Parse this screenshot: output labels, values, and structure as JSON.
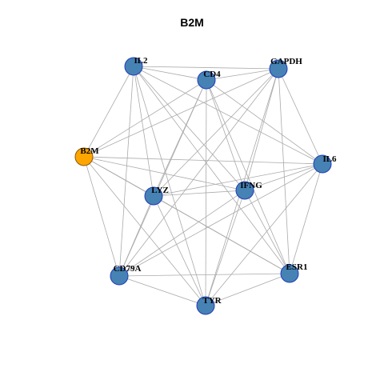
{
  "title": "B2M",
  "colors": {
    "node_fill": "#4682B4",
    "node_stroke": "#1F3DBA",
    "highlight_fill": "#FFA500",
    "highlight_stroke": "#8B5A00",
    "edge": "#AAAAAA"
  },
  "nodes": [
    {
      "id": "IL2",
      "label": "IL2",
      "highlight": false
    },
    {
      "id": "CD4",
      "label": "CD4",
      "highlight": false
    },
    {
      "id": "GAPDH",
      "label": "GAPDH",
      "highlight": false
    },
    {
      "id": "B2M",
      "label": "B2M",
      "highlight": true
    },
    {
      "id": "IL6",
      "label": "IL6",
      "highlight": false
    },
    {
      "id": "IFNG",
      "label": "IFNG",
      "highlight": false
    },
    {
      "id": "LYZ",
      "label": "LYZ",
      "highlight": false
    },
    {
      "id": "CD79A",
      "label": "CD79A",
      "highlight": false
    },
    {
      "id": "ESR1",
      "label": "ESR1",
      "highlight": false
    },
    {
      "id": "TYR",
      "label": "TYR",
      "highlight": false
    }
  ],
  "edges": [
    [
      "IL2",
      "CD4"
    ],
    [
      "IL2",
      "GAPDH"
    ],
    [
      "IL2",
      "B2M"
    ],
    [
      "IL2",
      "IL6"
    ],
    [
      "IL2",
      "IFNG"
    ],
    [
      "IL2",
      "LYZ"
    ],
    [
      "IL2",
      "CD79A"
    ],
    [
      "IL2",
      "ESR1"
    ],
    [
      "IL2",
      "TYR"
    ],
    [
      "CD4",
      "GAPDH"
    ],
    [
      "CD4",
      "B2M"
    ],
    [
      "CD4",
      "IL6"
    ],
    [
      "CD4",
      "IFNG"
    ],
    [
      "CD4",
      "LYZ"
    ],
    [
      "CD4",
      "CD79A"
    ],
    [
      "CD4",
      "ESR1"
    ],
    [
      "CD4",
      "TYR"
    ],
    [
      "GAPDH",
      "B2M"
    ],
    [
      "GAPDH",
      "IL6"
    ],
    [
      "GAPDH",
      "IFNG"
    ],
    [
      "GAPDH",
      "LYZ"
    ],
    [
      "GAPDH",
      "CD79A"
    ],
    [
      "GAPDH",
      "ESR1"
    ],
    [
      "GAPDH",
      "TYR"
    ],
    [
      "B2M",
      "IL6"
    ],
    [
      "B2M",
      "IFNG"
    ],
    [
      "B2M",
      "LYZ"
    ],
    [
      "B2M",
      "CD79A"
    ],
    [
      "B2M",
      "ESR1"
    ],
    [
      "B2M",
      "TYR"
    ],
    [
      "IL6",
      "IFNG"
    ],
    [
      "IL6",
      "LYZ"
    ],
    [
      "IL6",
      "CD79A"
    ],
    [
      "IL6",
      "ESR1"
    ],
    [
      "IL6",
      "TYR"
    ],
    [
      "IFNG",
      "LYZ"
    ],
    [
      "IFNG",
      "CD79A"
    ],
    [
      "IFNG",
      "ESR1"
    ],
    [
      "IFNG",
      "TYR"
    ],
    [
      "LYZ",
      "CD79A"
    ],
    [
      "LYZ",
      "ESR1"
    ],
    [
      "LYZ",
      "TYR"
    ],
    [
      "CD79A",
      "ESR1"
    ],
    [
      "CD79A",
      "TYR"
    ],
    [
      "ESR1",
      "TYR"
    ]
  ]
}
